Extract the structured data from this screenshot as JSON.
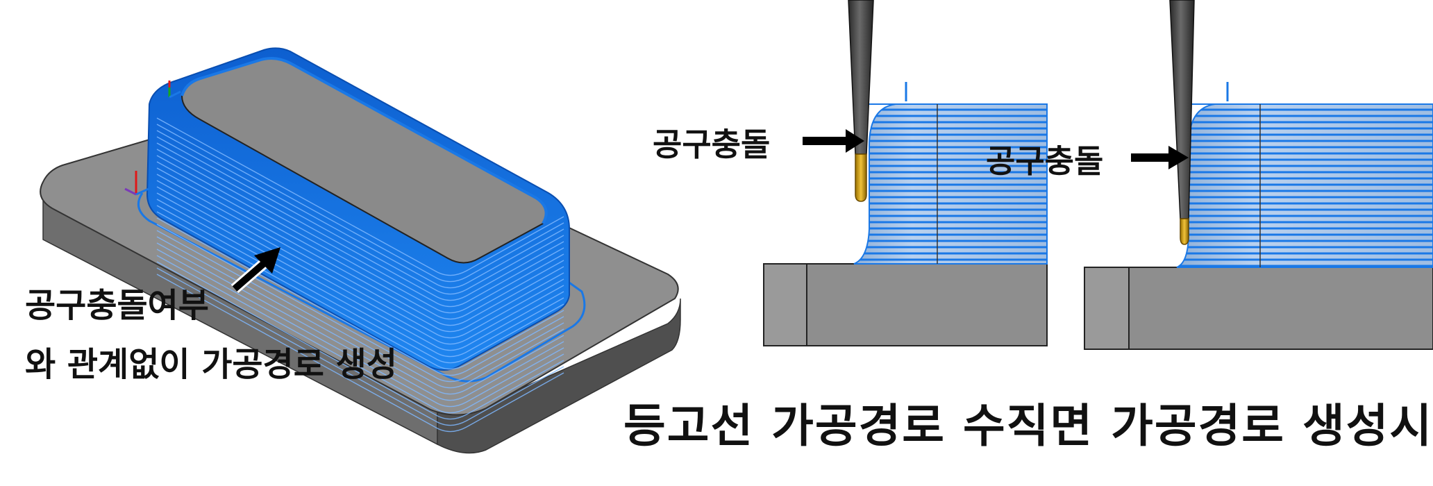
{
  "labels": {
    "left_line1": "공구충돌여부",
    "left_line2": "와 관계없이 가공경로 생성",
    "middle_callout": "공구충돌",
    "right_callout": "공구충돌",
    "caption": "등고선 가공경로 수직면 가공경로 생성시"
  },
  "colors": {
    "toolpath": "#1a78e6",
    "base_top": "#8e8e8e",
    "base_side": "#6c6c6c",
    "boss_top": "#8a8a8a",
    "tool_shank": "#3a3a3a",
    "tool_tip": "#d4a017",
    "arrow": "#000000",
    "axis_red": "#e01818",
    "axis_green": "#18a818"
  }
}
